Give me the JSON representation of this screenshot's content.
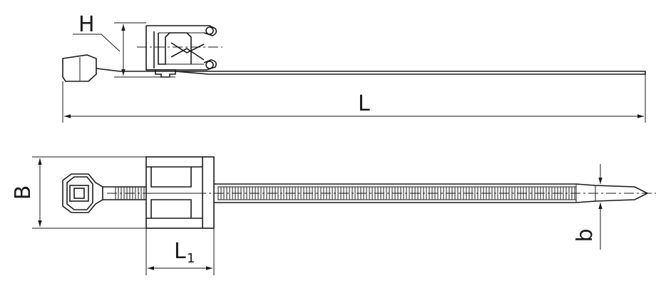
{
  "labels": {
    "H": "H",
    "L": "L",
    "B": "B",
    "L1_main": "L",
    "L1_sub": "1",
    "b": "b"
  },
  "colors": {
    "line": "#1a1a1a",
    "background": "#ffffff"
  }
}
